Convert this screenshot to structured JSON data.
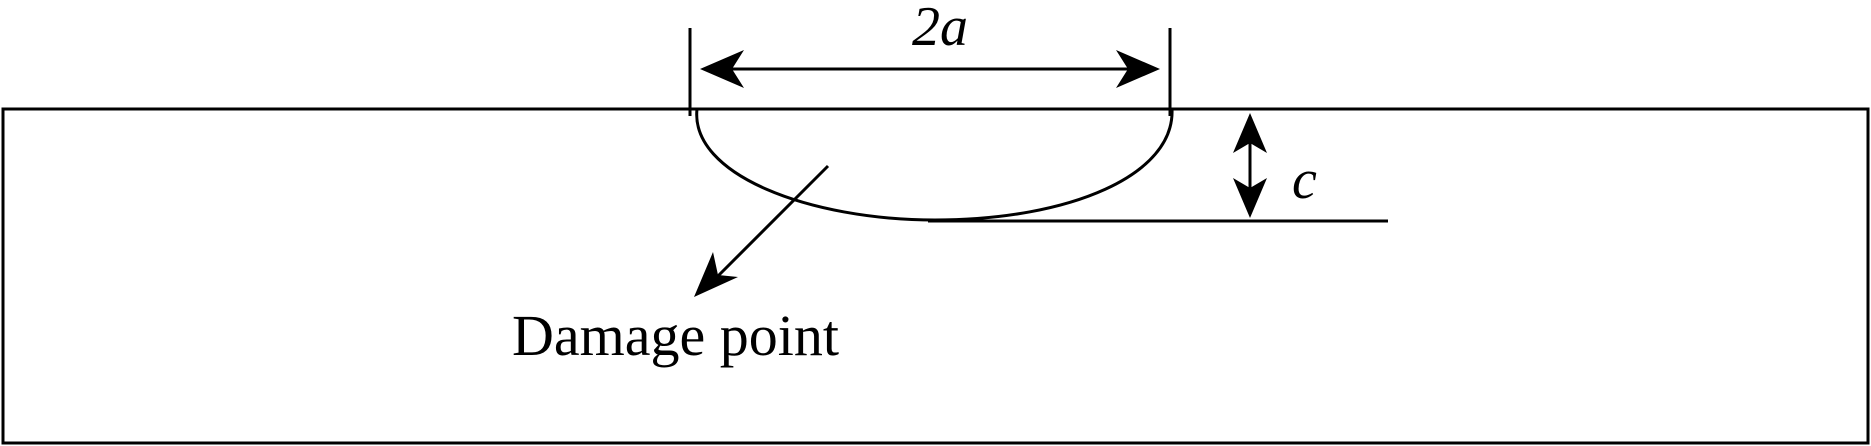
{
  "labels": {
    "width": "2a",
    "depth": "c",
    "damage": "Damage point"
  },
  "colors": {
    "line": "#000000",
    "background": "#ffffff"
  }
}
